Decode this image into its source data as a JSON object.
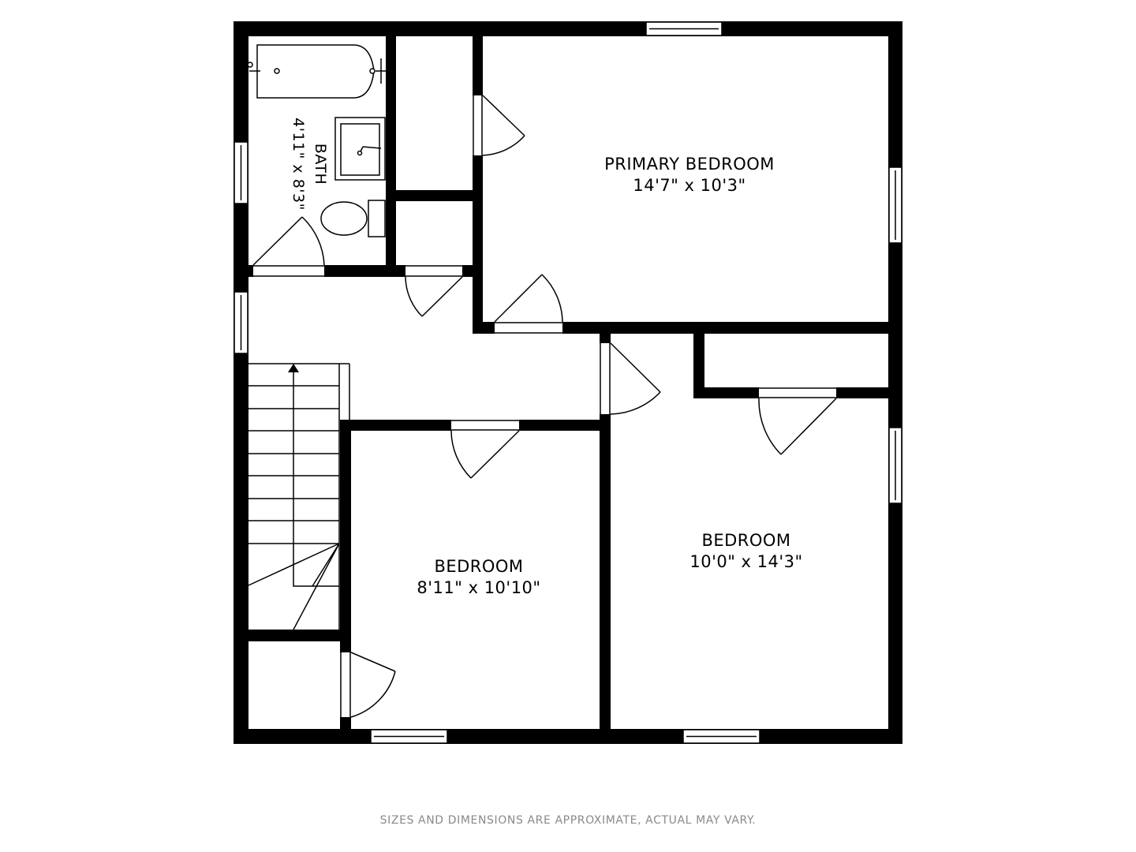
{
  "rooms": {
    "primary_bedroom": {
      "name": "PRIMARY BEDROOM",
      "dims": "14'7\" x 10'3\""
    },
    "bath": {
      "name": "BATH",
      "dims": "4'11\" x 8'3\""
    },
    "bedroom_left": {
      "name": "BEDROOM",
      "dims": "8'11\" x 10'10\""
    },
    "bedroom_right": {
      "name": "BEDROOM",
      "dims": "10'0\" x 14'3\""
    }
  },
  "footer": {
    "disclaimer": "SIZES AND DIMENSIONS ARE APPROXIMATE, ACTUAL MAY VARY."
  }
}
